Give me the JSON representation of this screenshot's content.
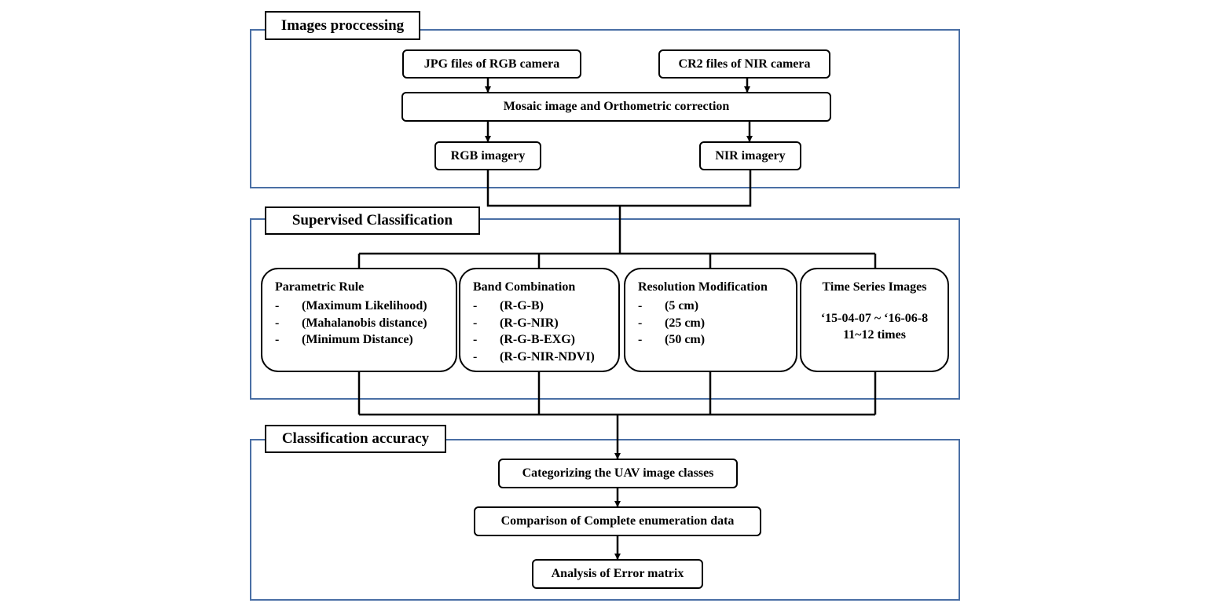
{
  "sections": {
    "processing_title": "Images proccessing",
    "classification_title": "Supervised Classification",
    "accuracy_title": "Classification accuracy"
  },
  "processing": {
    "jpg": "JPG files of  RGB camera",
    "cr2": "CR2 files of NIR camera",
    "mosaic": "Mosaic image and Orthometric correction",
    "rgb": "RGB imagery",
    "nir": "NIR imagery"
  },
  "classification": {
    "parametric": {
      "title": "Parametric Rule",
      "items": [
        "(Maximum Likelihood)",
        "(Mahalanobis distance)",
        "(Minimum Distance)"
      ]
    },
    "band": {
      "title": "Band Combination",
      "items": [
        "(R-G-B)",
        "(R-G-NIR)",
        "(R-G-B-EXG)",
        "(R-G-NIR-NDVI)"
      ]
    },
    "resolution": {
      "title": "Resolution Modification",
      "items": [
        "(5 cm)",
        "(25 cm)",
        "(50 cm)"
      ]
    },
    "time_series": {
      "title": "Time Series Images",
      "range": "‘15-04-07 ~ ‘16-06-8",
      "count": "11~12 times"
    },
    "bullet": "-"
  },
  "accuracy": {
    "categorizing": "Categorizing the UAV image classes",
    "comparison": "Comparison of Complete enumeration data",
    "analysis": "Analysis of Error matrix"
  },
  "colors": {
    "section_border": "#4a6fa5",
    "line": "#000000",
    "background": "#ffffff"
  }
}
